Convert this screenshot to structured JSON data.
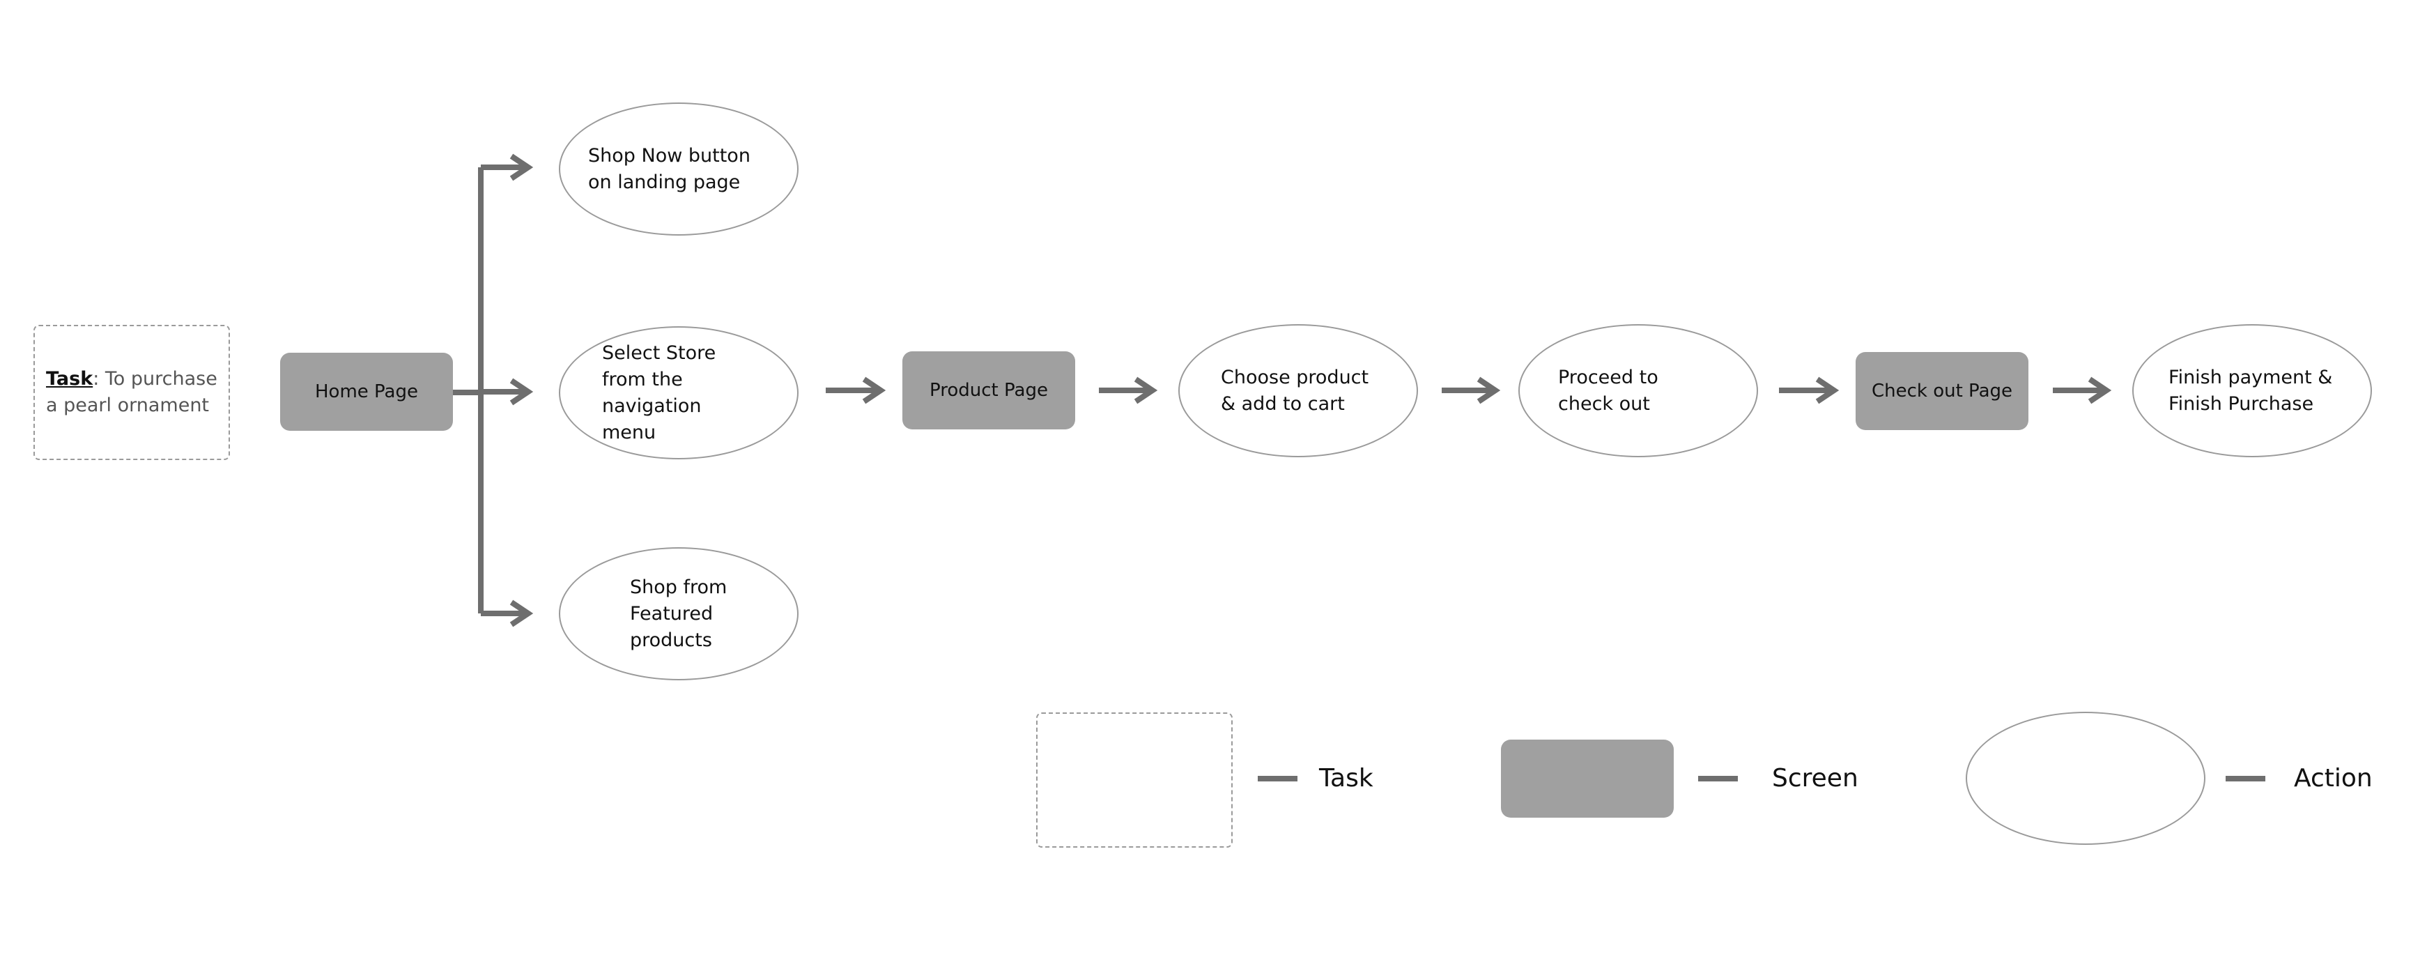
{
  "task": {
    "label": "Task",
    "text": ": To purchase a pearl ornament"
  },
  "screens": {
    "home": "Home Page",
    "product": "Product Page",
    "checkout": "Check out Page"
  },
  "actions": {
    "shop_now": "Shop Now button on landing page",
    "select_store": "Select Store from the navigation menu",
    "featured": "Shop from Featured products",
    "choose_product": "Choose product & add to cart",
    "proceed_checkout": "Proceed to check out",
    "finish_payment": "Finish payment & Finish Purchase"
  },
  "legend": {
    "task": "Task",
    "screen": "Screen",
    "action": "Action"
  },
  "colors": {
    "connector": "#6e6e6e",
    "screen_fill": "#a0a0a0",
    "outline": "#9a9a9a"
  }
}
